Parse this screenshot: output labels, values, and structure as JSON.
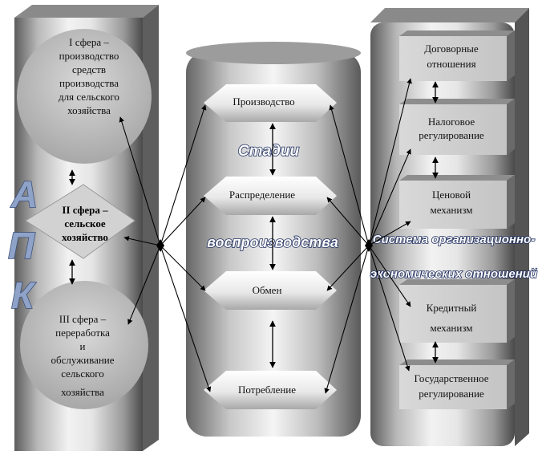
{
  "apk": {
    "letters": [
      "А",
      "П",
      "К"
    ]
  },
  "left_column": {
    "sphere1": [
      "I сфера –",
      "производство",
      "средств",
      "производства",
      "для сельского",
      "хозяйства"
    ],
    "sphere2": [
      "II сфера –",
      "сельское",
      "хозяйство"
    ],
    "sphere3": [
      "III сфера –",
      "переработка",
      "и",
      "обслуживание",
      "сельского",
      "хозяйства"
    ]
  },
  "middle_column": {
    "title_line1": "Стадии",
    "title_line2": "воспроизводства",
    "stages": [
      "Производство",
      "Распределение",
      "Обмен",
      "Потребление"
    ]
  },
  "right_column": {
    "title_line1": "Система организационно-",
    "title_line2": "экономических отношений",
    "boxes": [
      [
        "Договорные",
        "отношения"
      ],
      [
        "Налоговое",
        "регулирование"
      ],
      [
        "Ценовой",
        "механизм"
      ],
      [
        "Кредитный",
        "механизм"
      ],
      [
        "Государственное",
        "регулирование"
      ]
    ]
  }
}
